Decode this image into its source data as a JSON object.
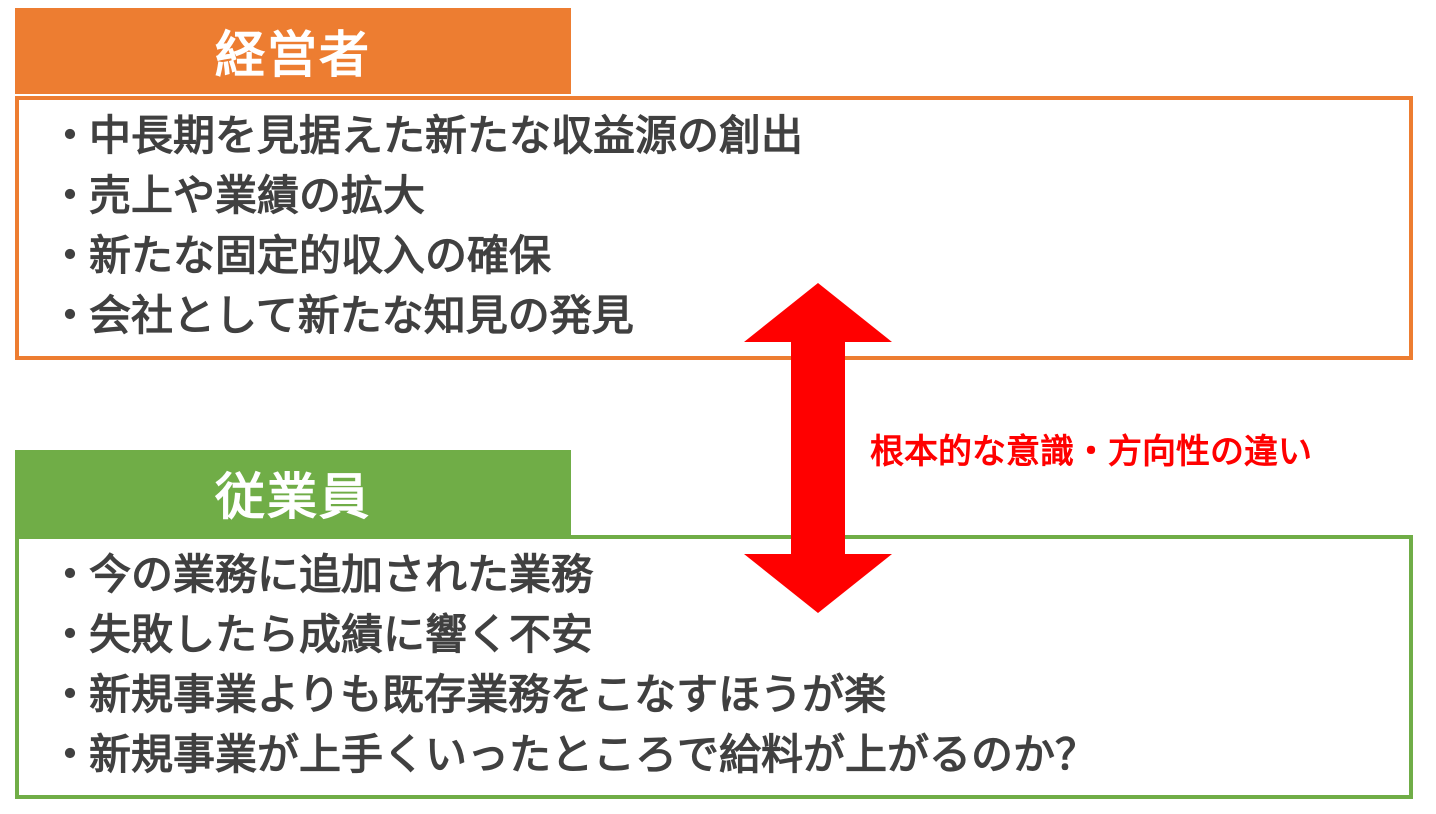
{
  "management": {
    "title": "経営者",
    "items": [
      "中長期を見据えた新たな収益源の創出",
      "売上や業績の拡大",
      "新たな固定的収入の確保",
      "会社として新たな知見の発見"
    ]
  },
  "employees": {
    "title": "従業員",
    "items": [
      "今の業務に追加された業務",
      "失敗したら成績に響く不安",
      "新規事業よりも既存業務をこなすほうが楽",
      "新規事業が上手くいったところで給料が上がるのか？"
    ]
  },
  "bullet": "・",
  "difference_label": "根本的な意識・方向性の違い",
  "colors": {
    "management": "#ED7D31",
    "employees": "#70AD47",
    "arrow": "#FF0000",
    "text": "#404040"
  }
}
